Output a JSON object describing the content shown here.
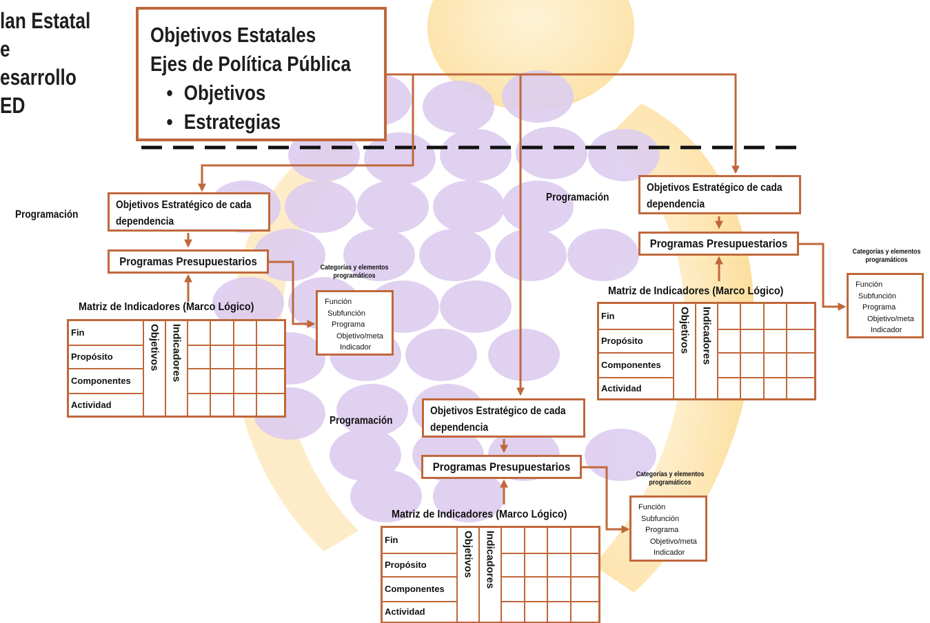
{
  "plan_label": [
    "lan Estatal",
    "e",
    "esarrollo",
    "ED"
  ],
  "top_box": {
    "line1": "Objetivos Estatales",
    "line2": "Ejes de Política Pública",
    "bullets": [
      "Objetivos",
      "Estrategias"
    ]
  },
  "branches": {
    "left": {
      "programacion": "Programación",
      "objetivos": "Objetivos Estratégico de cada dependencia",
      "programas": "Programas Presupuestarios",
      "matriz_title": "Matriz de Indicadores (Marco Lógico)",
      "categorias_title": "Categorías y elementos programáticos",
      "categorias": [
        "Función",
        "Subfunción",
        "Programa",
        "Objetivo/meta",
        "Indicador"
      ],
      "rows": [
        "Fin",
        "Propósito",
        "Componentes",
        "Actividad"
      ],
      "col_objetivos": "Objetivos",
      "col_indicadores": "Indicadores"
    },
    "right": {
      "programacion": "Programación",
      "objetivos": "Objetivos Estratégico de cada dependencia",
      "programas": "Programas Presupuestarios",
      "matriz_title": "Matriz de Indicadores (Marco Lógico)",
      "categorias_title": "Categorías y elementos programáticos",
      "categorias": [
        "Función",
        "Subfunción",
        "Programa",
        "Objetivo/meta",
        "Indicador"
      ],
      "rows": [
        "Fin",
        "Propósito",
        "Componentes",
        "Actividad"
      ],
      "col_objetivos": "Objetivos",
      "col_indicadores": "Indicadores"
    },
    "center": {
      "programacion": "Programación",
      "objetivos": "Objetivos Estratégico de cada dependencia",
      "programas": "Programas Presupuestarios",
      "matriz_title": "Matriz de Indicadores (Marco Lógico)",
      "categorias_title": "Categorías y elementos programáticos",
      "categorias": [
        "Función",
        "Subfunción",
        "Programa",
        "Objetivo/meta",
        "Indicador"
      ],
      "rows": [
        "Fin",
        "Propósito",
        "Componentes",
        "Actividad"
      ],
      "col_objetivos": "Objetivos",
      "col_indicadores": "Indicadores"
    }
  },
  "colors": {
    "accent": "#c0673a",
    "watermark_circles": "#ddcdf0",
    "watermark_yellow": "#fde3a5",
    "dashed_line": "#111111"
  }
}
